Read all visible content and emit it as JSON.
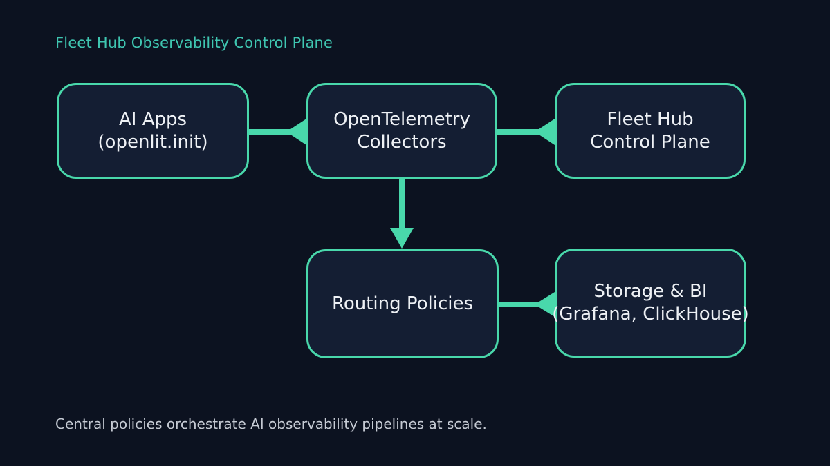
{
  "title": "Fleet Hub Observability Control Plane",
  "caption": "Central policies orchestrate AI observability pipelines at scale.",
  "nodes": [
    {
      "id": "ai-apps",
      "line1": "AI Apps",
      "line2": "(openlit.init)"
    },
    {
      "id": "otel-collectors",
      "line1": "OpenTelemetry",
      "line2": "Collectors"
    },
    {
      "id": "fleet-hub-control-plane",
      "line1": "Fleet Hub",
      "line2": "Control Plane"
    },
    {
      "id": "routing-policies",
      "line1": "Routing Policies"
    },
    {
      "id": "storage-bi",
      "line1": "Storage & BI",
      "line2": "(Grafana, ClickHouse)"
    }
  ],
  "edges": [
    {
      "from": "ai-apps",
      "to": "otel-collectors"
    },
    {
      "from": "otel-collectors",
      "to": "fleet-hub-control-plane"
    },
    {
      "from": "otel-collectors",
      "to": "routing-policies"
    },
    {
      "from": "routing-policies",
      "to": "storage-bi"
    }
  ],
  "colors": {
    "background": "#0c1220",
    "node-fill": "#141e33",
    "accent": "#49d8ab",
    "title-color": "#3fc6b1",
    "node-text": "#eef1f5",
    "caption-color": "#c6cbd4"
  }
}
